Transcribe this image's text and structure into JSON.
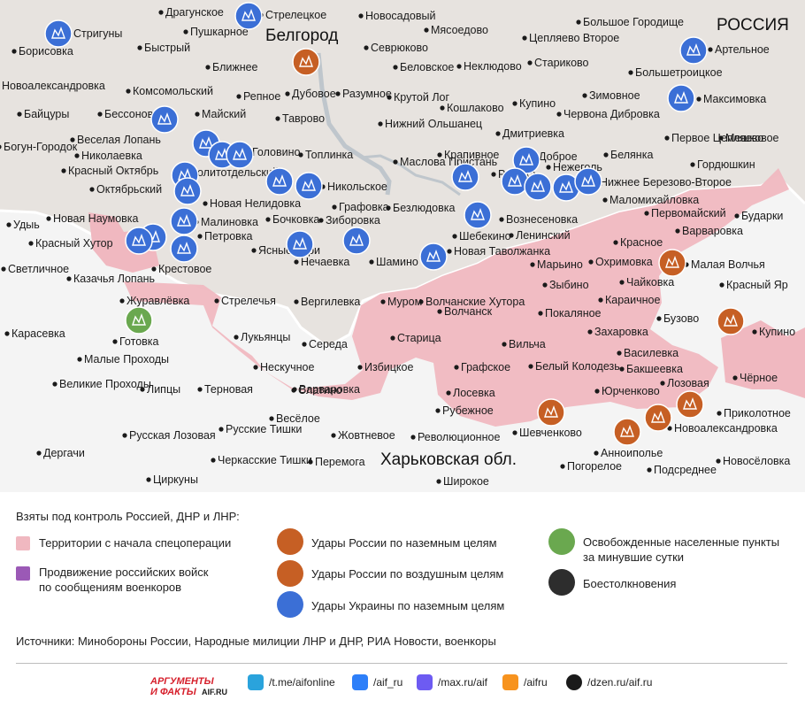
{
  "map": {
    "region_label_russia": "РОССИЯ",
    "region_label_kharkiv": "Харьковская обл.",
    "city_belgorod": "Белгород",
    "colors": {
      "russia_fill": "#e7e3df",
      "ukraine_fill": "#f4f4f4",
      "controlled_fill": "#f0b8c0",
      "river": "#bfc6cc",
      "strike_ukraine": "#3b6fd6",
      "strike_russia": "#c65f24",
      "liberated": "#6aa84f",
      "clash": "#2d2d2d"
    },
    "places": [
      "Драгунское",
      "Стрелецкое",
      "Новосадовый",
      "Стригуны",
      "Пушкарное",
      "Мясоедово",
      "Большое Городище",
      "Цепляево Второе",
      "Артельное",
      "Борисовка",
      "Быстрый",
      "Севрюково",
      "Ближнее",
      "Беловское",
      "Неклюдово",
      "Стариково",
      "Большетроицкое",
      "Новоалександровка",
      "Комсомольский",
      "Репное",
      "Дубовое",
      "Разумное",
      "Крутой Лог",
      "Зимовное",
      "Максимовка",
      "Байцуры",
      "Бессоновка",
      "Майский",
      "Таврово",
      "Кошлаково",
      "Купино",
      "Червона Дибровка",
      "Богун-Городок",
      "Веселая Лопань",
      "Головино",
      "Нижний Ольшанец",
      "Дмитриевка",
      "Первое Цепляево",
      "Мешковое",
      "Николаевка",
      "Красный Октябрь",
      "Политотдельский",
      "Топлинка",
      "Маслова Пристань",
      "Крапивное",
      "Доброе",
      "Нежеголь",
      "Белянка",
      "Гордюшкин",
      "Октябрьский",
      "Нижнее Березово-Второе",
      "Новая Нелидовка",
      "Никольское",
      "Ржевка",
      "Маломихайловка",
      "Графовка",
      "Безлюдовка",
      "Первомайский",
      "Бударки",
      "Удыь",
      "Новая Наумовка",
      "Малиновка",
      "Бочковка",
      "Зиборовка",
      "Вознесеновка",
      "Варваровка",
      "Красный Хутор",
      "Петровка",
      "Шебекино",
      "Ленинский",
      "Красное",
      "Светличное",
      "Крестовое",
      "Ясные Зори",
      "Нечаевка",
      "Шамино",
      "Новая Таволжанка",
      "Марьино",
      "Охримовка",
      "Малая Волчья",
      "Казачья Лопань",
      "Зыбино",
      "Чайковка",
      "Красный Яр",
      "Журавлёвка",
      "Стрелечья",
      "Вергилевка",
      "Муром",
      "Волчанские Хутора",
      "Волчанск",
      "Караичное",
      "Покаляное",
      "Бузово",
      "Карасевка",
      "Готовка",
      "Лукьянцы",
      "Середа",
      "Старица",
      "Вильча",
      "Захаровка",
      "Купино",
      "Малые Проходы",
      "Нескучное",
      "Избицкое",
      "Графское",
      "Белый Колодезь",
      "Василевка",
      "Бакшеевка",
      "Слатино",
      "Великие Проходы",
      "Липцы",
      "Терновая",
      "Варваровка",
      "Лосевка",
      "Юрченково",
      "Лозовая",
      "Чёрное",
      "Весёлое",
      "Рубежное",
      "Шевченково",
      "Приколотное",
      "Русская Лозовая",
      "Русские Тишки",
      "Жовтневое",
      "Революционное",
      "Новоалександровка",
      "Дергачи",
      "Черкасские Тишки",
      "Перемога",
      "Анноиполье",
      "Новосёловка",
      "Погорелое",
      "Подсреднее",
      "Циркуны",
      "Широкое"
    ]
  },
  "legend": {
    "title": "Взяты под контроль Россией, ДНР и ЛНР:",
    "territories": "Территории с начала спецоперации",
    "advance_line1": "Продвижение российских войск",
    "advance_line2": "по сообщениям военкоров",
    "strike_ru_ground": "Удары России по наземным целям",
    "strike_ru_air": "Удары России по воздушным целям",
    "strike_ua_ground": "Удары Украины по наземным целям",
    "liberated_line1": "Освобожденные населенные пункты",
    "liberated_line2": "за минувшие сутки",
    "clashes": "Боестолкновения",
    "sources": "Источники: Минобороны России, Народные милиции ЛНР и ДНР, РИА Новости, военкоры",
    "advance_color": "#9b59b6"
  },
  "footer": {
    "logo_line1": "АРГУМЕНТЫ",
    "logo_line2": "И ФАКТЫ",
    "logo_site": "AIF.RU",
    "telegram": "/t.me/aifonline",
    "vk": "/aif_ru",
    "max": "/max.ru/aif",
    "ok": "/aifru",
    "dzen": "/dzen.ru/aif.ru"
  }
}
